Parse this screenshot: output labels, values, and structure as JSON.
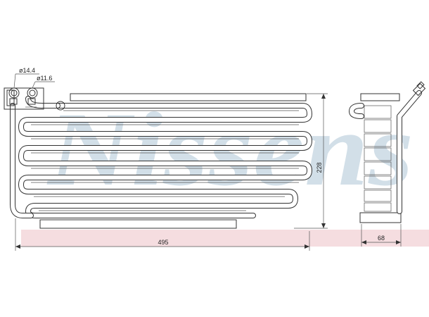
{
  "watermark": {
    "text": "Nissens",
    "color": "#d2dfe8"
  },
  "band": {
    "color": "#f5dde0"
  },
  "dimensions": {
    "length": "495",
    "height": "228",
    "depth": "68",
    "pipe_large": "ø14.4",
    "pipe_small": "ø11.6"
  },
  "colors": {
    "line": "#333333",
    "watermark": "#d2dfe8",
    "band": "#f5dde0"
  }
}
